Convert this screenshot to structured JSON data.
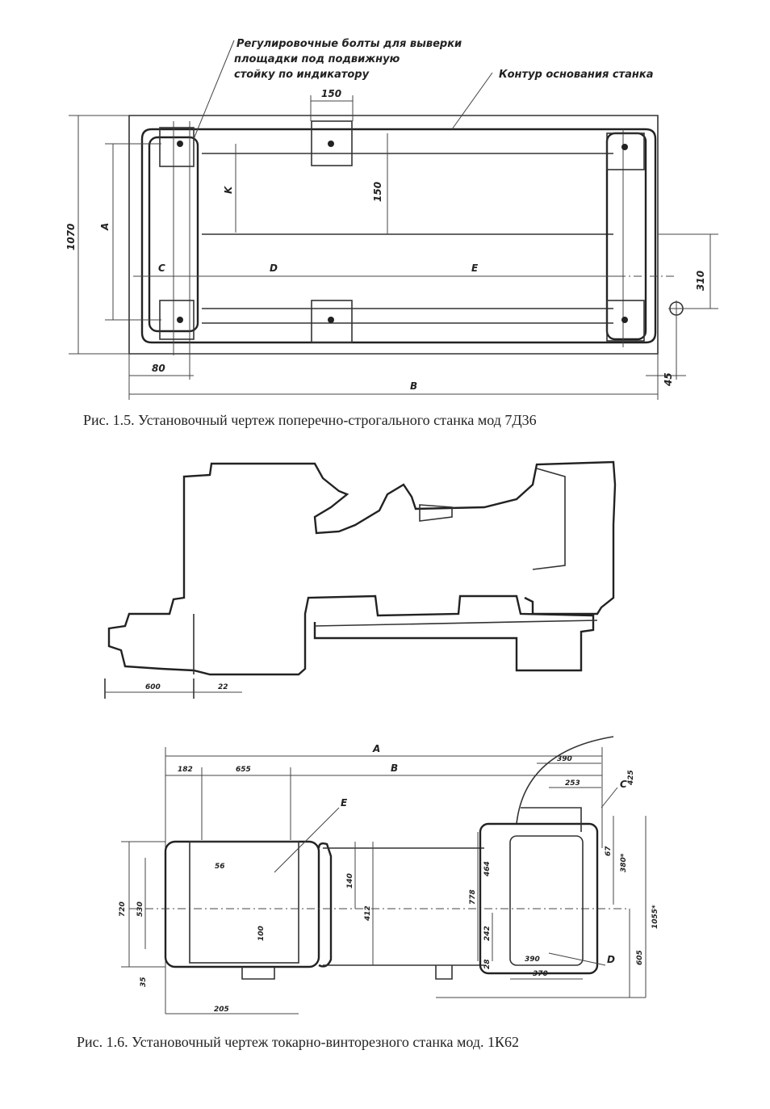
{
  "figure1": {
    "note_lines": [
      "Регулировочные болты для выверки",
      "площадки под подвижную",
      "стойку по индикатору"
    ],
    "contour_note": "Контур основания станка",
    "dims": {
      "d150_top": "150",
      "d150_side": "150",
      "d1070": "1070",
      "d310": "310",
      "d80": "80",
      "d45": "45"
    },
    "letters": {
      "A": "A",
      "K": "K",
      "C": "C",
      "D": "D",
      "E": "E",
      "B": "B"
    },
    "caption": "Рис. 1.5. Установочный чертеж поперечно-строгального станка мод 7Д36"
  },
  "figure2": {
    "dims": {
      "a": "600",
      "b": "22"
    }
  },
  "figure3": {
    "dims": {
      "top_A": "A",
      "top_182": "182",
      "top_655": "655",
      "top_B": "B",
      "d390": "390",
      "d253": "253",
      "d425": "425",
      "dC": "C",
      "d67": "67",
      "d380": "380*",
      "d1055": "1055*",
      "d720": "720",
      "d530": "530",
      "d35": "35",
      "d56": "56",
      "d140": "140",
      "d100": "100",
      "d412": "412",
      "d778": "778",
      "d464": "464",
      "d242": "242",
      "d390b": "390",
      "d370": "370",
      "d605": "605",
      "d28": "28",
      "dD": "D",
      "dE": "E",
      "d205": "205"
    },
    "caption": "Рис. 1.6. Установочный чертеж токарно-винторезного станка мод. 1К62"
  }
}
